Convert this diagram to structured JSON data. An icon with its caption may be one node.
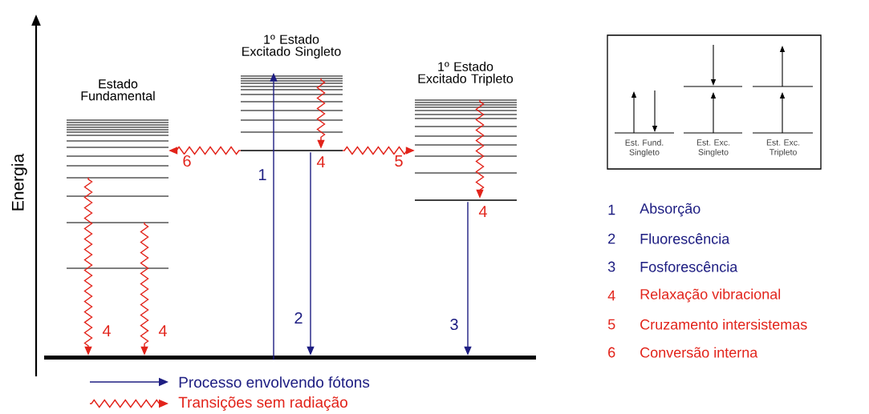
{
  "diagram": {
    "nodes": [
      {
        "text": [
          "Estado Fundamental"
        ]
      },
      {
        "text": [
          "1º Estado Excitado Singleto"
        ]
      },
      {
        "text": [
          "1º Estado Excitado Tripleto"
        ]
      },
      {
        "text": [],
        "shape": "bar"
      },
      {
        "text": [],
        "shape": "bar"
      },
      {
        "text": [],
        "shape": "bar"
      }
    ],
    "edges": [
      {
        "from": 3,
        "to": 1,
        "arrow": "to",
        "label": "1",
        "color": "#1e1e82"
      },
      {
        "from": 1,
        "to": 4,
        "arrow": "to",
        "label": "4"
      },
      {
        "from": 4,
        "to": 0,
        "arrow": "to",
        "label": "6"
      },
      {
        "from": 4,
        "to": 2,
        "arrow": "to",
        "label": "5"
      },
      {
        "from": 4,
        "to": 3,
        "arrow": "to",
        "label": "2",
        "color": "#1e1e82"
      },
      {
        "from": 2,
        "to": 5,
        "arrow": "to",
        "label": "4"
      },
      {
        "from": 5,
        "to": 3,
        "arrow": "to",
        "label": "3",
        "color": "#1e1e82"
      },
      {
        "from": 0,
        "to": 3,
        "arrow": "to",
        "label": "4"
      },
      {
        "from": 0,
        "to": 3,
        "arrow": "to",
        "label": "4"
      }
    ],
    "labels": [
      "Energia",
      "Est. Fund. Singleto",
      "Est. Exc. Singleto",
      "Est. Exc. Tripleto",
      "1",
      "Absorção",
      "2",
      "Fluorescência",
      "3",
      "Fosforescência",
      "4",
      "Relaxação vibracional",
      "5",
      "Cruzamento intersistemas",
      "6",
      "Conversão interna"
    ],
    "legend": [
      {
        "text": "Processo envolvendo fótons"
      },
      {
        "text": "Transições sem radiação"
      }
    ]
  }
}
